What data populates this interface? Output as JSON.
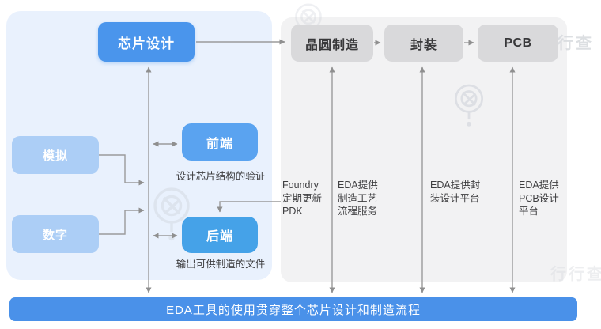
{
  "design_panel": {
    "chip_design_label": "芯片设计",
    "analog_label": "模拟",
    "digital_label": "数字",
    "frontend_label": "前端",
    "frontend_note": "设计芯片结构的验证",
    "backend_label": "后端",
    "backend_note": "输出可供制造的文件"
  },
  "manufacturing_flow": {
    "wafer_label": "晶圆制造",
    "packaging_label": "封装",
    "pcb_label": "PCB"
  },
  "annotations": {
    "foundry_note": "Foundry\n定期更新\nPDK",
    "wafer_note": "EDA提供\n制造工艺\n流程服务",
    "packaging_note": "EDA提供封\n装设计平台",
    "pcb_note": "EDA提供\nPCB设计\n平台"
  },
  "footer": {
    "label": "EDA工具的使用贯穿整个芯片设计和制造流程"
  },
  "watermark": {
    "text": "行行查"
  },
  "colors": {
    "primary_blue": "#4a95ec",
    "frontend_blue": "#5aa3f0",
    "backend_blue": "#45a2e8",
    "light_blue_box": "#accef6",
    "design_panel_bg": "#e9f1fd",
    "manufacturing_panel_bg": "#f2f2f3",
    "gray_box": "#d9d9db",
    "footer_bar_blue": "#4a91e9",
    "connector_gray": "#9b9b9b"
  }
}
